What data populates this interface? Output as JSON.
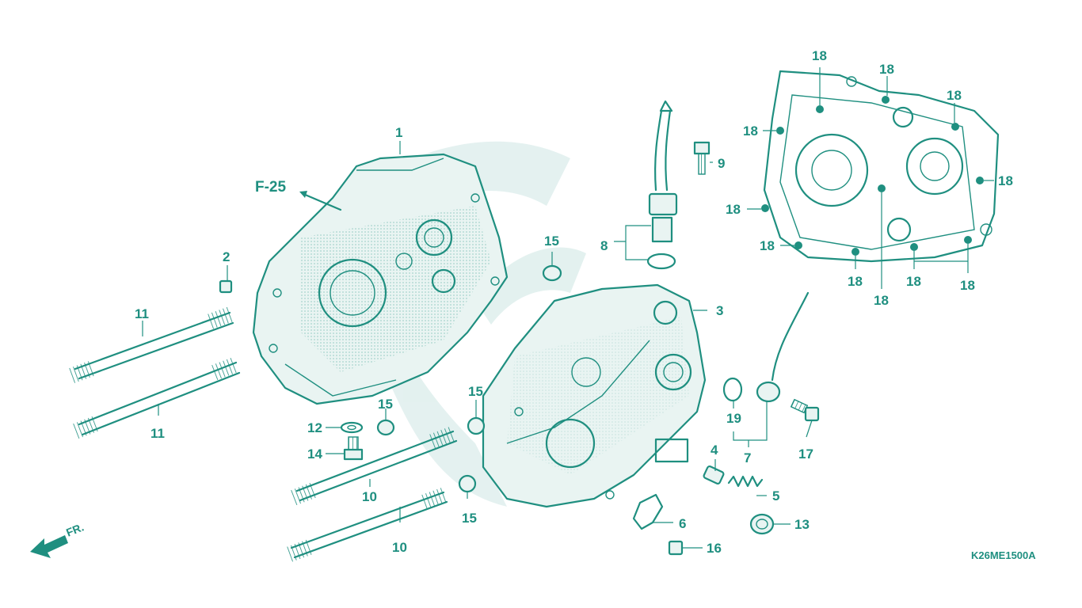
{
  "diagram": {
    "accent_color": "#1f8f80",
    "reference_label": "F-25",
    "direction_label": "FR.",
    "drawing_code": "K26ME1500A",
    "callouts": [
      "1",
      "2",
      "3",
      "4",
      "5",
      "6",
      "7",
      "8",
      "9",
      "10",
      "11",
      "12",
      "13",
      "14",
      "15",
      "16",
      "17",
      "18",
      "19"
    ],
    "icons": [
      "front-direction-arrow-icon",
      "reference-arrow-icon",
      "watermark-wing-icon"
    ]
  }
}
